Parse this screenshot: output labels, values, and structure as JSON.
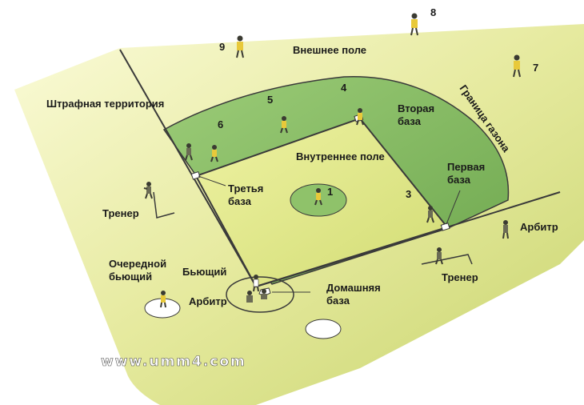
{
  "colors": {
    "background": "#ffffff",
    "field_light": "#f3f3b8",
    "field_mid": "#d6df86",
    "grass": "#8fc26a",
    "grass_dark": "#6ea84e",
    "line": "#3a3a3a",
    "base": "#ffffff",
    "player_yellow": "#e8c93a",
    "player_dark": "#3b3b32"
  },
  "labels": {
    "penalty_territory": "Штрафная территория",
    "outfield": "Внешнее поле",
    "lawn_border": "Граница газона",
    "second_base_l1": "Вторая",
    "second_base_l2": "база",
    "infield": "Внутреннее поле",
    "first_base_l1": "Первая",
    "first_base_l2": "база",
    "third_base_l1": "Третья",
    "third_base_l2": "база",
    "coach_left": "Тренер",
    "coach_right": "Тренер",
    "umpire_right": "Арбитр",
    "on_deck_l1": "Очередной",
    "on_deck_l2": "бьющий",
    "batter": "Бьющий",
    "umpire_home": "Арбитр",
    "home_base_l1": "Домашняя",
    "home_base_l2": "база"
  },
  "positions": {
    "p1": "1",
    "p3": "3",
    "p4": "4",
    "p5": "5",
    "p6": "6",
    "p7": "7",
    "p8": "8",
    "p9": "9"
  },
  "watermark": "www.umm4.com"
}
